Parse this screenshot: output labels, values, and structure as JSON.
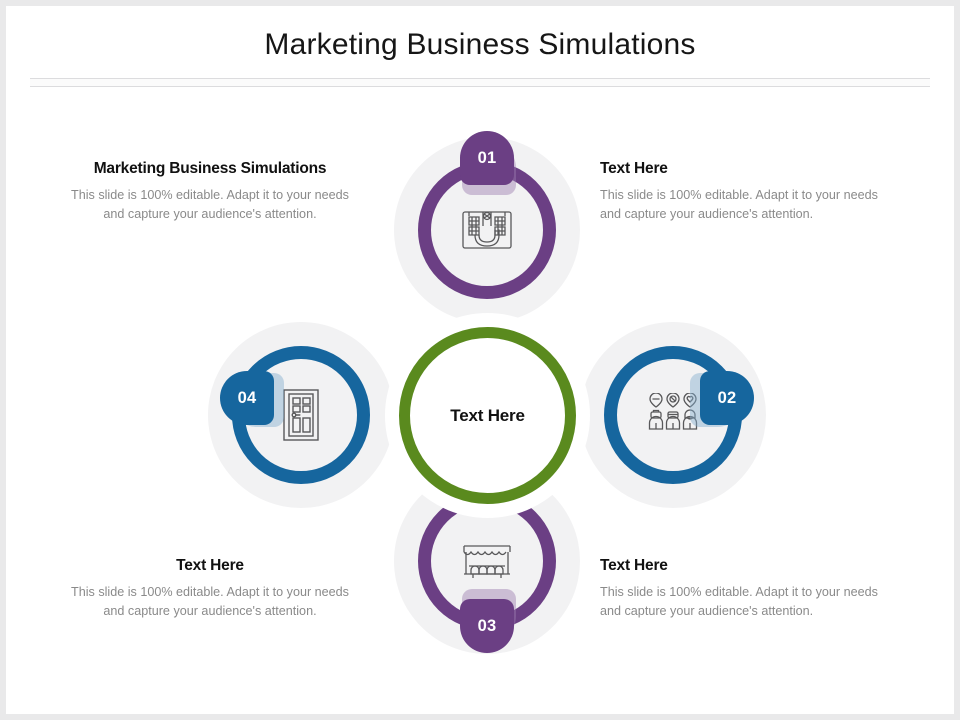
{
  "slide": {
    "title": "Marketing Business Simulations"
  },
  "center": {
    "label": "Text Here",
    "ring_color": "#5a8a1e"
  },
  "body_text": "This slide is 100% editable. Adapt it to your needs and capture your audience's attention.",
  "blocks": [
    {
      "position": "top-left",
      "heading": "Marketing Business Simulations",
      "body": "This slide is 100% editable. Adapt it to your needs and capture your audience's attention."
    },
    {
      "position": "top-right",
      "heading": "Text Here",
      "body": "This slide is 100% editable. Adapt it to your needs and capture your audience's attention."
    },
    {
      "position": "bottom-left",
      "heading": "Text Here",
      "body": "This slide is 100% editable. Adapt it to your needs and capture your audience's attention."
    },
    {
      "position": "bottom-right",
      "heading": "Text Here",
      "body": "This slide is 100% editable. Adapt it to your needs and capture your audience's attention."
    }
  ],
  "petals": [
    {
      "number": "01",
      "position": "top",
      "ring_color": "#6b3f84",
      "badge_color": "#6b3f84",
      "icon": "stadium-arena-icon"
    },
    {
      "number": "02",
      "position": "right",
      "ring_color": "#16669e",
      "badge_color": "#16669e",
      "icon": "customer-feedback-people-icon"
    },
    {
      "number": "03",
      "position": "bottom",
      "ring_color": "#6b3f84",
      "badge_color": "#6b3f84",
      "icon": "market-stall-icon"
    },
    {
      "number": "04",
      "position": "left",
      "ring_color": "#16669e",
      "badge_color": "#16669e",
      "icon": "door-icon"
    }
  ],
  "colors": {
    "purple": "#6b3f84",
    "blue": "#16669e",
    "green": "#5a8a1e",
    "disc_gray": "#f2f2f3",
    "title_text": "#161616",
    "body_text": "#8a8a8a"
  }
}
